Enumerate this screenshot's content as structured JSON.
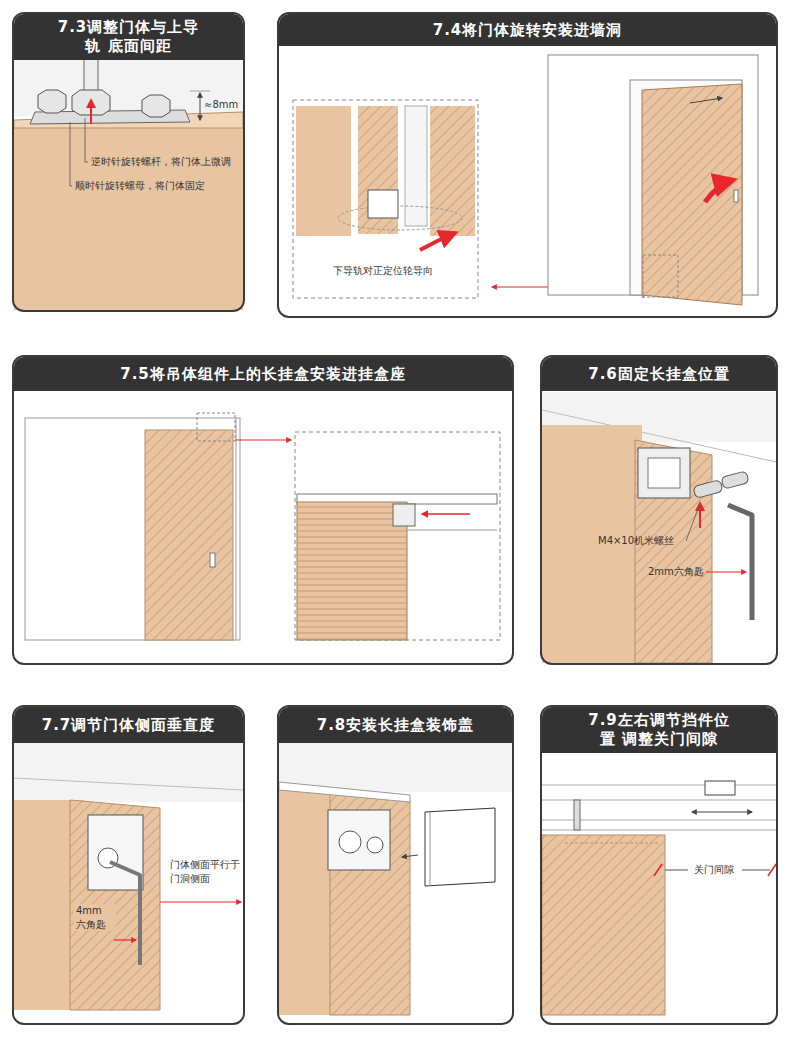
{
  "diagram": {
    "nodes": [
      {
        "text": [
          "7.3调整门体与上导轨 底面间距"
        ]
      },
      {
        "text": [
          "7.4将门体旋转安装进墙洞"
        ]
      },
      {
        "text": [
          "7.5将吊体组件上的长挂盒安装进挂盒座"
        ]
      },
      {
        "text": [
          "7.6固定长挂盒位置"
        ]
      },
      {
        "text": [
          "7.7调节门体侧面垂直度"
        ]
      },
      {
        "text": [
          "7.8安装长挂盒装饰盖"
        ]
      },
      {
        "text": [
          "7.9左右调节挡件位置 调整关门间隙"
        ]
      }
    ],
    "labels": [
      "≈8mm",
      "逆时针旋转螺杆，将门体上微调",
      "顺时针旋转螺母，将门体固定",
      "下导轨对正定位轮导向",
      "M4×10机米螺丝",
      "2mm六角匙",
      "门体侧面平行于 门洞侧面",
      "4mm 六角匙",
      "关门间隙"
    ]
  }
}
